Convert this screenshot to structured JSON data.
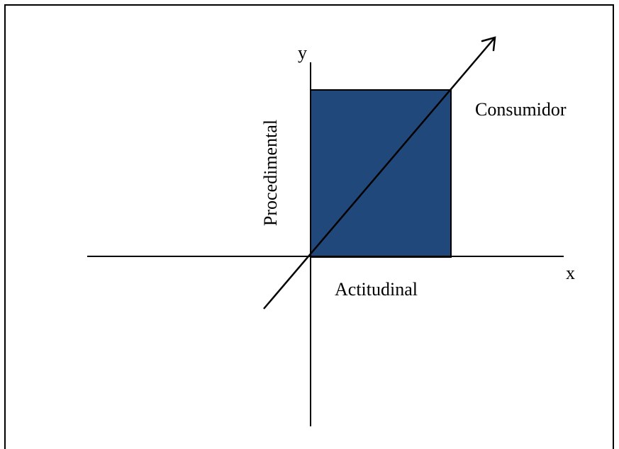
{
  "labels": {
    "y_axis": "y",
    "x_axis": "x",
    "vertical": "Procedimental",
    "horizontal": "Actitudinal",
    "diagonal": "Consumidor"
  },
  "colors": {
    "square_fill": "#21487A",
    "stroke": "#000000",
    "frame": "#000000",
    "background": "#FFFFFF"
  }
}
